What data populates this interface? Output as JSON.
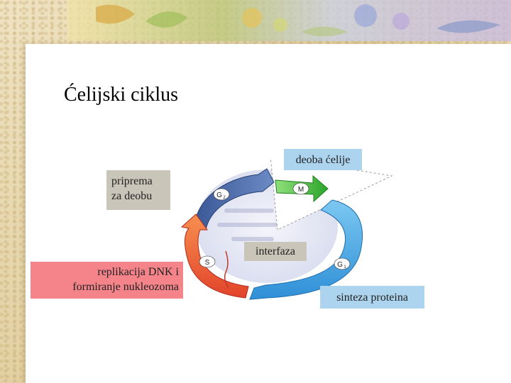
{
  "slide": {
    "title": "Ćelijski ciklus"
  },
  "labels": {
    "deoba": "deoba ćelije",
    "priprema_line1": "priprema",
    "priprema_line2": "za deobu",
    "interfaza": "interfaza",
    "replikacija_line1": "replikacija DNK i",
    "replikacija_line2": "formiranje nukleozoma",
    "sinteza": "sinteza proteina"
  },
  "phases": {
    "m": "M",
    "g1": "G",
    "g1_sub": "1",
    "g2": "G",
    "g2_sub": "2",
    "s": "S"
  },
  "colors": {
    "m_phase": "#3fbf3a",
    "g1_phase": "#4aa9e8",
    "s_phase": "#f07a3a",
    "g2_phase": "#3d5f9e",
    "label_blue": "#add4ee",
    "label_gray": "#c9c5b9",
    "label_red": "#f5848a"
  },
  "decoration": {
    "banner_pieces": [
      "leaf-icon",
      "flower-icon",
      "leaf-icon"
    ]
  }
}
